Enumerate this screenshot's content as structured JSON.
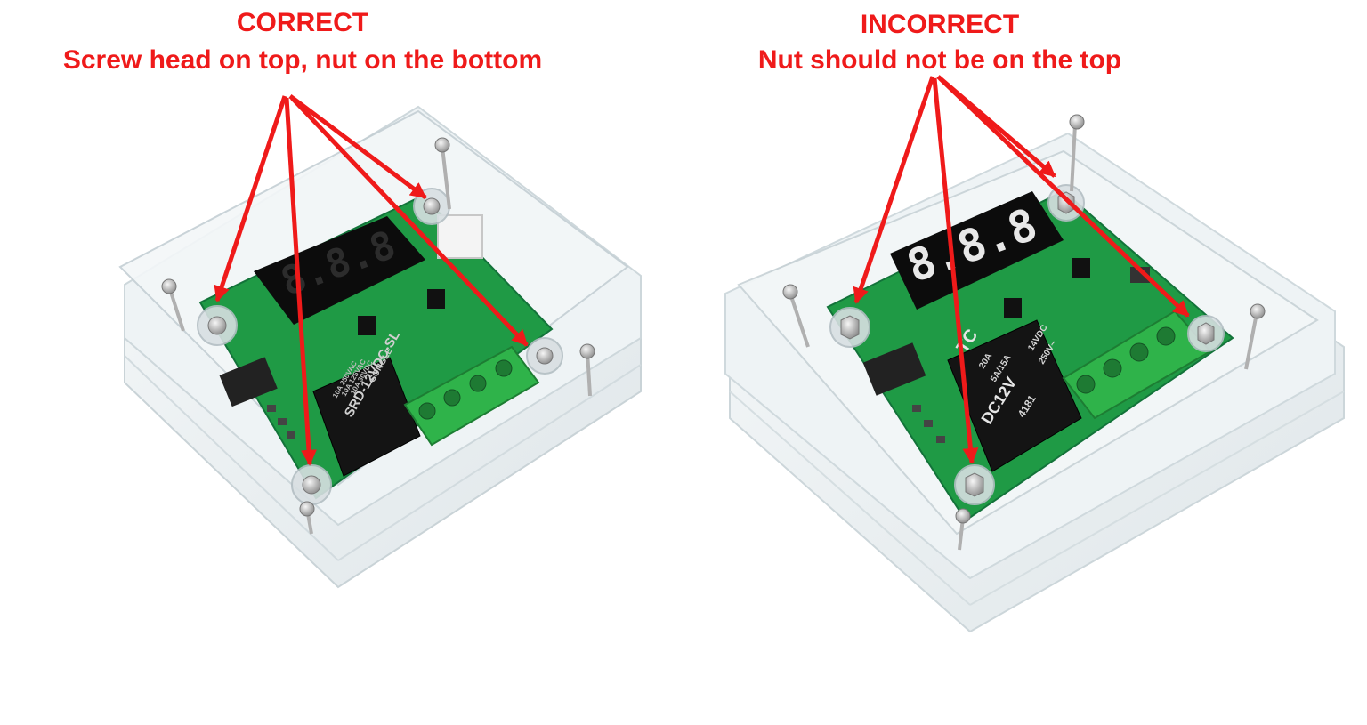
{
  "correct": {
    "title": "CORRECT",
    "caption": "Screw head on top, nut on the bottom",
    "display_reading": "8.8.8",
    "relay_markings": [
      "SRD-12VDC-SL",
      "10A 250VAC",
      "10A 125VAC",
      "10A 30VDC",
      "SONGLE"
    ]
  },
  "incorrect": {
    "title": "INCORRECT",
    "caption": "Nut should not be on the top",
    "display_reading": "8.8.8",
    "relay_markings": [
      "TC",
      "20A",
      "5A/15A",
      "14VDC",
      "250V~",
      "DC12V",
      "4181"
    ]
  },
  "colors": {
    "annotation_red": "#ef1a1a",
    "pcb_green": "#1f9a45",
    "terminal_green": "#2fb34a",
    "display_black": "#0c0c0c",
    "acrylic": "#e9eff1"
  }
}
